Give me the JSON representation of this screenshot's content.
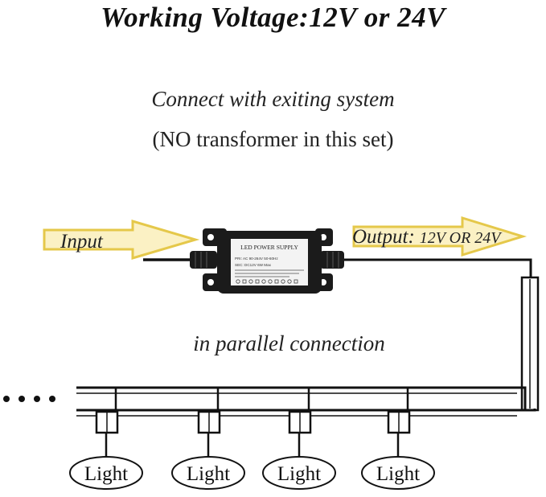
{
  "title": "Working Voltage:12V or 24V",
  "subtitle_line1": "Connect with exiting system",
  "subtitle_line2": "(NO transformer in this set)",
  "input_label": "Input",
  "output_label": "Output:",
  "output_value": "12V OR 24V",
  "parallel_label": "in parallel connection",
  "ellipsis": "••••",
  "power_supply": {
    "heading": "LED POWER SUPPLY",
    "spec_line1": "PRI: AC 90-264V 50-60Hz",
    "spec_line2": "SEC: DC12V        6W Max"
  },
  "lights": [
    {
      "label": "Light"
    },
    {
      "label": "Light"
    },
    {
      "label": "Light"
    },
    {
      "label": "Light"
    }
  ],
  "colors": {
    "arrow_fill": "#fbf1c4",
    "arrow_stroke": "#e5c84a",
    "wire": "#111111",
    "supply_body": "#1b1b1b",
    "supply_label": "#f3f3f3"
  }
}
